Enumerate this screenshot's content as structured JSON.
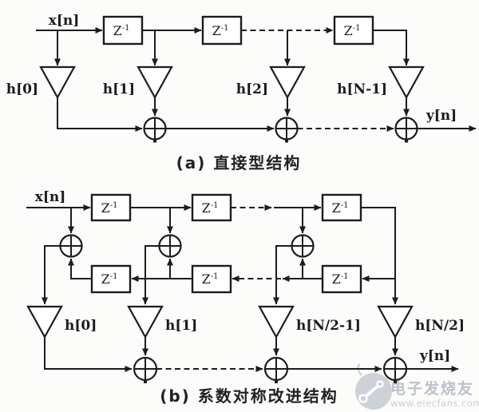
{
  "figure": {
    "bg_color": "#fcfcfa",
    "line_color": "#1c1c1c"
  },
  "labels": {
    "delay_base": "Z",
    "delay_sup": "-1"
  },
  "diagram_a": {
    "input_label": "x[n]",
    "output_label": "y[n]",
    "coefficients": [
      "h[0]",
      "h[1]",
      "h[2]",
      "h[N-1]"
    ],
    "caption": "(a) 直接型结构"
  },
  "diagram_b": {
    "input_label": "x[n]",
    "output_label": "y[n]",
    "coefficients": [
      "h[0]",
      "h[1]",
      "h[N/2-1]",
      "h[N/2]"
    ],
    "caption": "(b) 系数对称改进结构"
  },
  "watermark": {
    "brand": "电子发烧友",
    "url": "www.elecfans.com",
    "color": "#b5bcc8"
  }
}
